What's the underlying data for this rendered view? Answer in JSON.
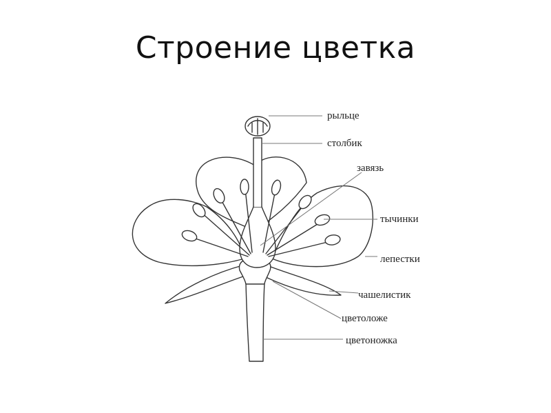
{
  "title": "Строение цветка",
  "labels": {
    "stigma": "рыльце",
    "style": "столбик",
    "ovary": "завязь",
    "stamens": "тычинки",
    "petals": "лепестки",
    "sepal": "чашелистик",
    "receptacle": "цветоложе",
    "pedicel": "цветоножка"
  },
  "colors": {
    "ink": "#333333",
    "leader": "#777777"
  }
}
